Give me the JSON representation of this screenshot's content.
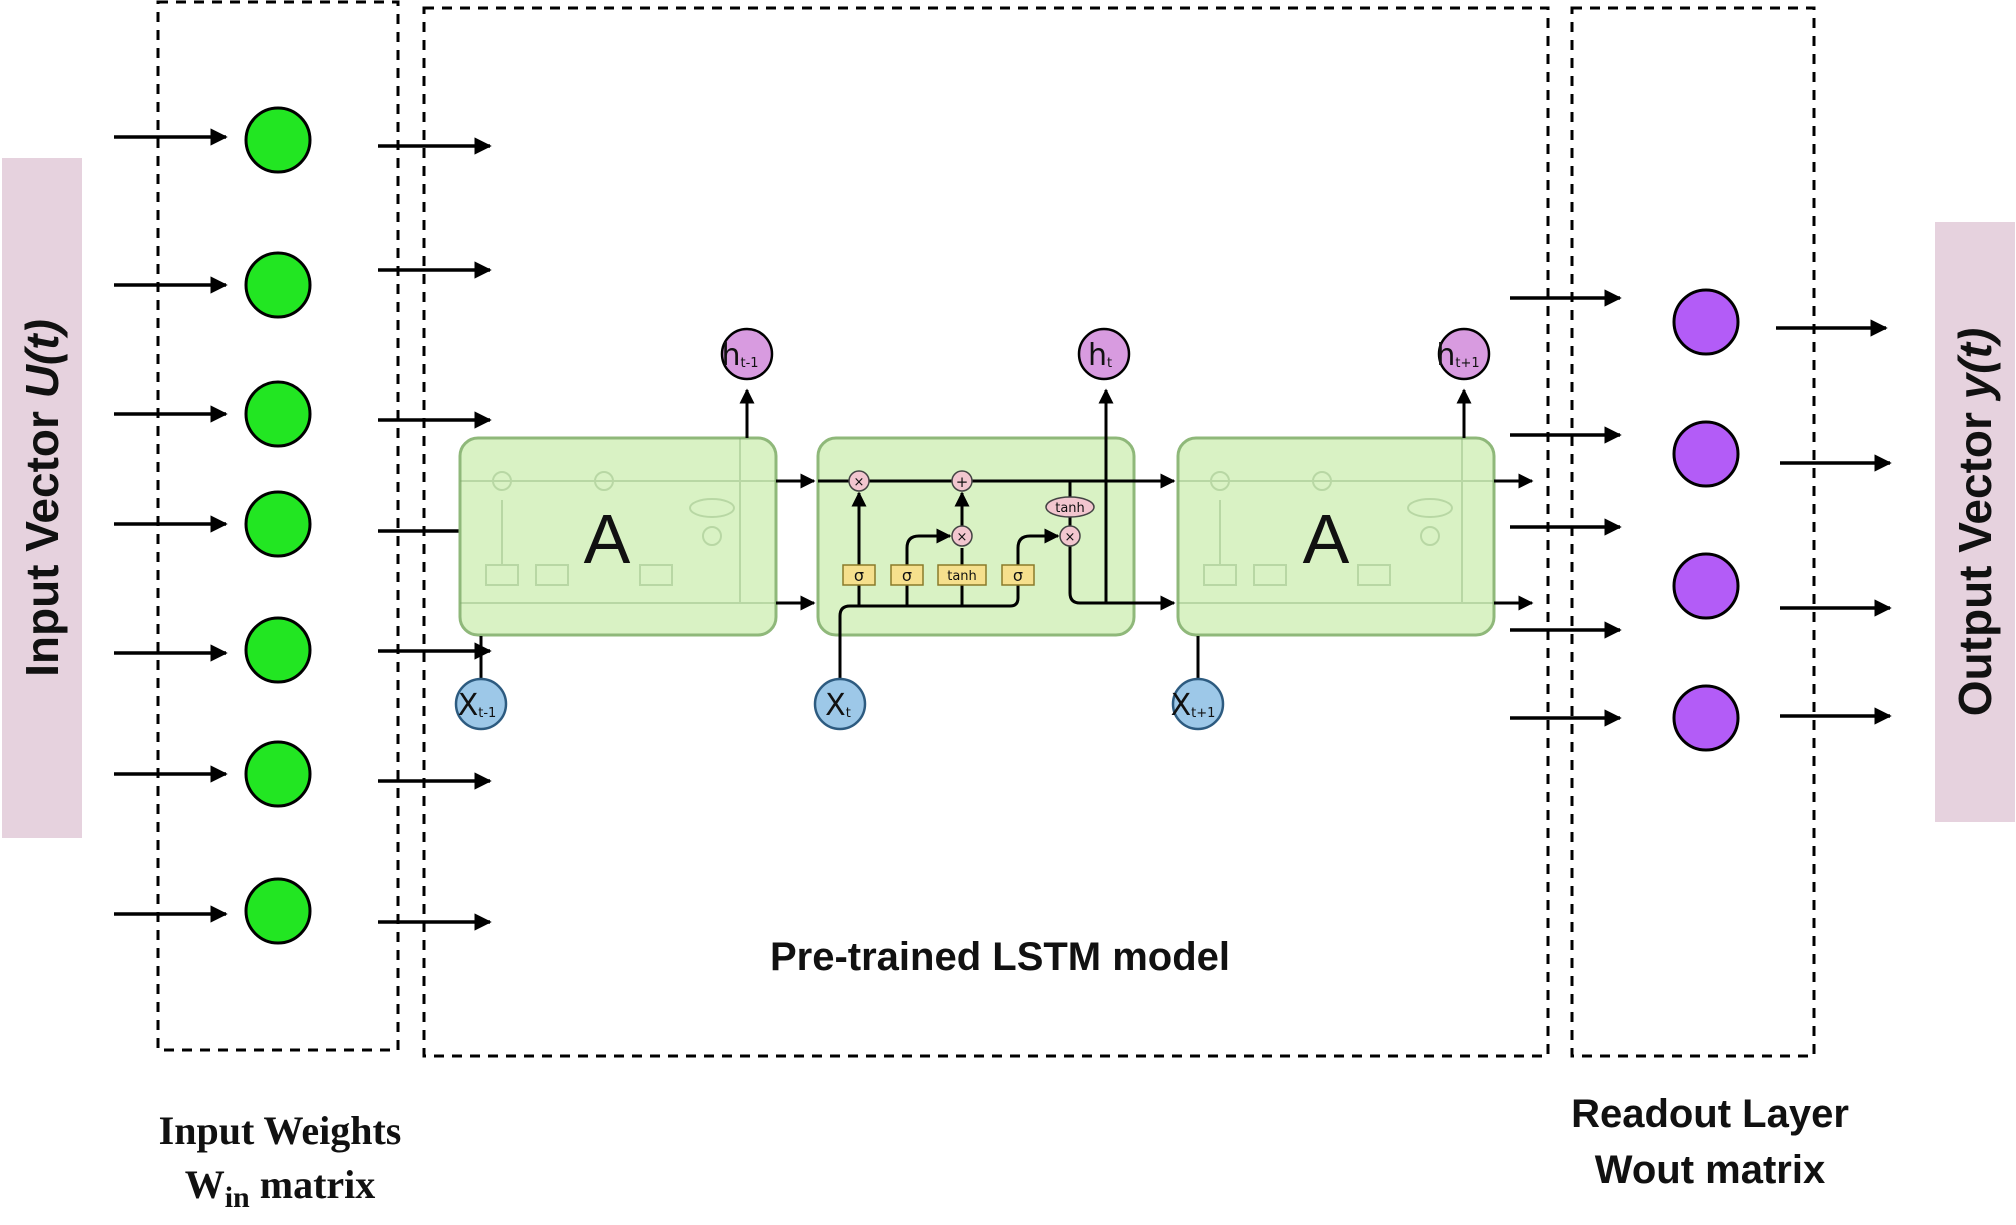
{
  "input_vector": {
    "label_prefix": "Input Vector ",
    "label_var": "U(t)"
  },
  "output_vector": {
    "label_prefix": "Output Vector  ",
    "label_var": "y(t)"
  },
  "input_weights": {
    "line1": "Input Weights",
    "line2_main": "W",
    "line2_sub": "in",
    "line2_tail": " matrix"
  },
  "model_label": "Pre-trained LSTM model",
  "readout": {
    "line1": "Readout Layer",
    "line2": "Wout matrix"
  },
  "lstm": {
    "block_left_label": "A",
    "block_right_label": "A",
    "hidden_states": [
      {
        "main": "h",
        "sub": "t-1"
      },
      {
        "main": "h",
        "sub": "t"
      },
      {
        "main": "h",
        "sub": "t+1"
      }
    ],
    "inputs": [
      {
        "main": "X",
        "sub": "t-1"
      },
      {
        "main": "X",
        "sub": "t"
      },
      {
        "main": "X",
        "sub": "t+1"
      }
    ],
    "gates": [
      "σ",
      "σ",
      "tanh",
      "σ"
    ],
    "pointwise_ops": [
      "×",
      "+",
      "×",
      "×"
    ],
    "cell_tanh": "tanh"
  },
  "colors": {
    "input_node": "#22e622",
    "output_node": "#b35cf7",
    "lstm_block": "#d9f2c4",
    "lstm_block_border": "#8fb87a",
    "hidden_node": "#d89be0",
    "input_x_node": "#9dc8e8",
    "gate_box": "#f6e08d",
    "op_node": "#f2c6cf",
    "vector_bar": "#e6d2de"
  }
}
